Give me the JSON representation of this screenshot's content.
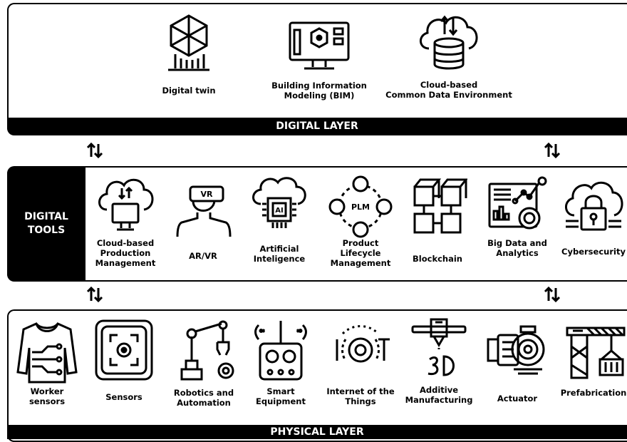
{
  "digital_layer": {
    "title": "DIGITAL LAYER",
    "items": [
      {
        "label": "Digital twin",
        "icon": "digital-twin-icon"
      },
      {
        "label": "Building Information\nModeling (BIM)",
        "icon": "bim-icon"
      },
      {
        "label": "Cloud-based\nCommon Data Environment",
        "icon": "cloud-database-icon"
      }
    ]
  },
  "digital_tools": {
    "title": "DIGITAL\nTOOLS",
    "items": [
      {
        "label": "Cloud-based\nProduction\nManagement",
        "icon": "cloud-computer-icon"
      },
      {
        "label": "AR/VR",
        "icon": "vr-headset-icon"
      },
      {
        "label": "Artificial\nInteligence",
        "icon": "ai-chip-icon"
      },
      {
        "label": "Product\nLifecycle\nManagement",
        "icon": "plm-cycle-icon",
        "icon_text": "PLM"
      },
      {
        "label": "Blockchain",
        "icon": "blockchain-icon"
      },
      {
        "label": "Big Data and\nAnalytics",
        "icon": "analytics-icon"
      },
      {
        "label": "Cybersecurity",
        "icon": "cloud-lock-icon"
      }
    ]
  },
  "physical_layer": {
    "title": "PHYSICAL LAYER",
    "items": [
      {
        "label": "Worker\nsensors",
        "icon": "smart-shirt-icon"
      },
      {
        "label": "Sensors",
        "icon": "sensor-icon"
      },
      {
        "label": "Robotics and\nAutomation",
        "icon": "robot-arm-icon"
      },
      {
        "label": "Smart\nEquipment",
        "icon": "remote-controller-icon"
      },
      {
        "label": "Internet of the\nThings",
        "icon": "iot-icon",
        "icon_text": "I◎T"
      },
      {
        "label": "Additive\nManufacturing",
        "icon": "3d-printer-icon",
        "icon_text": "3D"
      },
      {
        "label": "Actuator",
        "icon": "actuator-icon"
      },
      {
        "label": "Prefabrication",
        "icon": "crane-icon"
      }
    ]
  }
}
